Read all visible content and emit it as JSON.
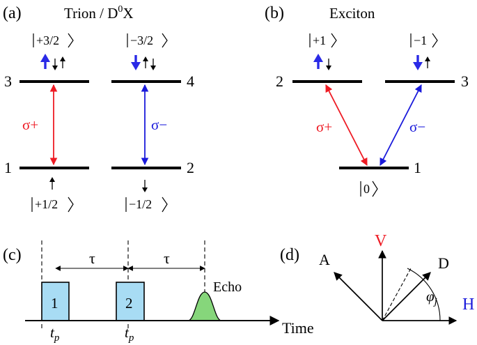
{
  "panels": {
    "a": {
      "label": "(a)",
      "title": "Trion / D",
      "title_sup": "0",
      "title_tail": "X",
      "levels": [
        "1",
        "2",
        "3",
        "4"
      ],
      "kets_top": [
        "+3/2",
        "−3/2"
      ],
      "kets_bottom": [
        "+1/2",
        "−1/2"
      ],
      "transitions": [
        "σ+",
        "σ−"
      ]
    },
    "b": {
      "label": "(b)",
      "title": "Exciton",
      "levels": [
        "1",
        "2",
        "3"
      ],
      "kets_top": [
        "+1",
        "−1"
      ],
      "ket_ground": "0",
      "transitions": [
        "σ+",
        "σ−"
      ]
    },
    "c": {
      "label": "(c)",
      "pulse_labels": [
        "1",
        "2"
      ],
      "delay_labels": [
        "τ",
        "τ"
      ],
      "echo_label": "Echo",
      "tp_main": "t",
      "tp_sub": "p",
      "axis_label": "Time"
    },
    "d": {
      "label": "(d)",
      "axes": [
        "V",
        "A",
        "D",
        "H"
      ],
      "angle_main": "φ",
      "angle_sub": "j"
    }
  },
  "colors": {
    "sigma_plus": "#ee1b24",
    "sigma_minus": "#1a1adb",
    "pulse_fill": "#a8dcf4",
    "echo_fill": "#86d67b",
    "v_label": "#ee1b24",
    "h_label": "#1a1adb",
    "spin_blue": "#2a2ae6",
    "line": "#000000"
  }
}
